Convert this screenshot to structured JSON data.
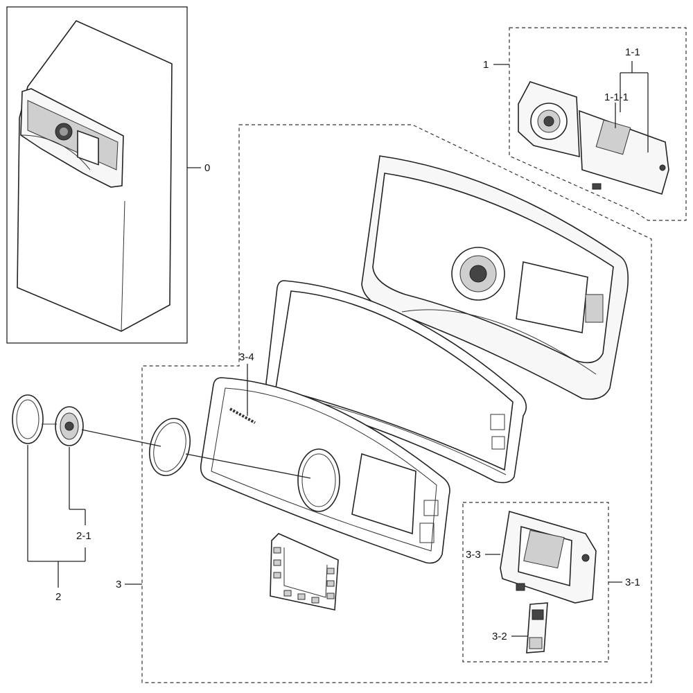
{
  "labels": {
    "l0": "0",
    "l1": "1",
    "l1_1": "1-1",
    "l1_1_1": "1-1-1",
    "l2": "2",
    "l2_1": "2-1",
    "l3": "3",
    "l3_1": "3-1",
    "l3_2": "3-2",
    "l3_3": "3-3",
    "l3_4": "3-4"
  }
}
